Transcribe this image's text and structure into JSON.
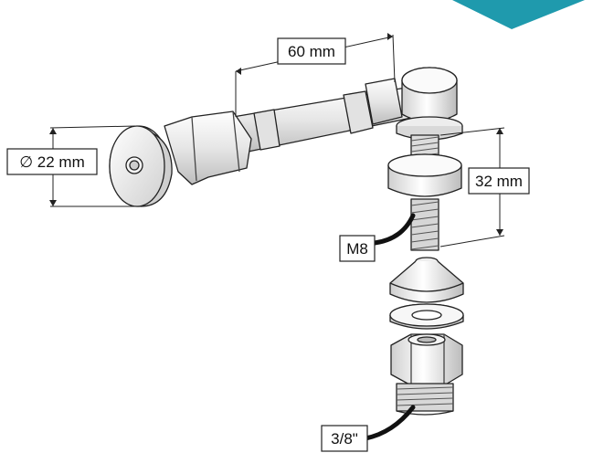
{
  "colors": {
    "accent": "#1f9aad",
    "line": "#222222",
    "metal_light": "#f2f2f2",
    "metal_mid": "#dcdcdc",
    "metal_dark": "#b8b8b8"
  },
  "labels": {
    "length_dim": "60 mm",
    "diameter_dim": "∅ 22 mm",
    "height_dim": "32 mm",
    "thread_metric": "M8",
    "thread_pipe": "3/8\""
  }
}
